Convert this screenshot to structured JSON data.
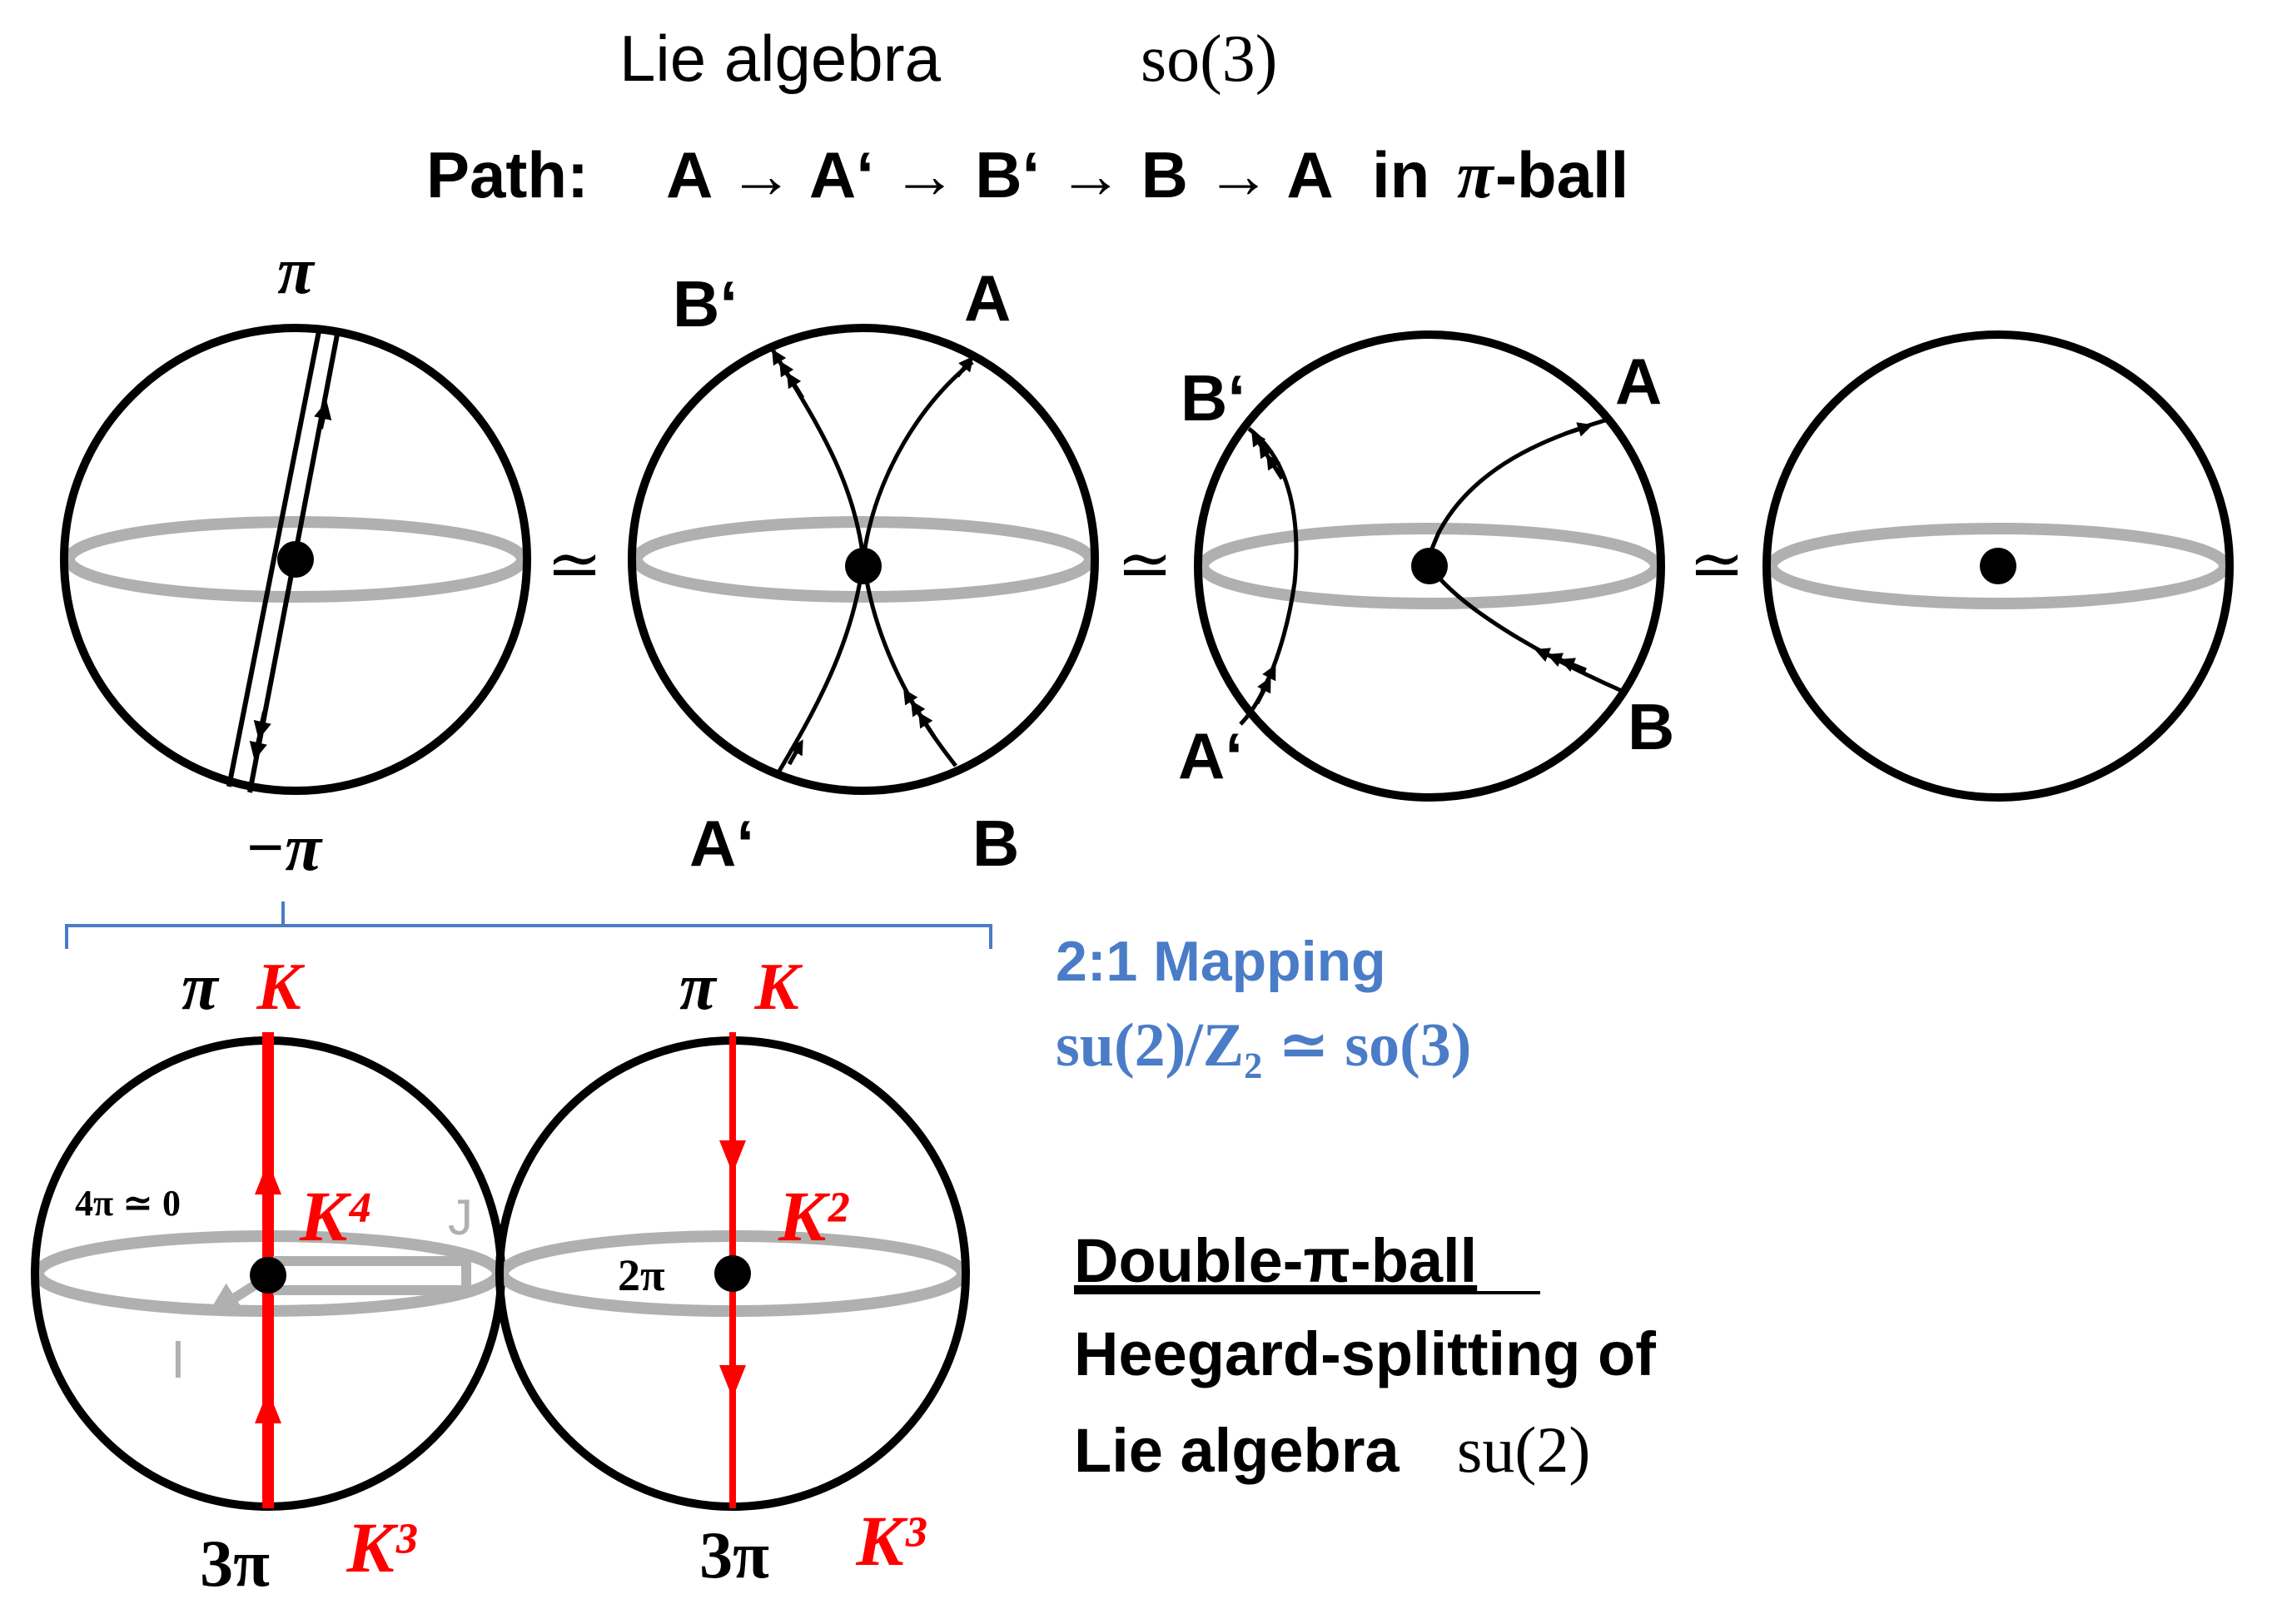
{
  "header": {
    "title_prefix": "Lie algebra",
    "title_math": "so(3)",
    "path_label": "Path:",
    "path_sequence": "A → A‘ → B‘ → B → A",
    "path_suffix_pre": "in",
    "path_suffix_pi": "π",
    "path_suffix_post": "-ball"
  },
  "balls": {
    "pi_top": "π",
    "pi_bottom": "−π",
    "equiv_symbol": "≃",
    "label_A": "A",
    "label_A_prime": "A‘",
    "label_B": "B",
    "label_B_prime": "B‘"
  },
  "mapping": {
    "line1": "2:1 Mapping",
    "line2": "su(2)/Z₂ ≃ so(3)"
  },
  "double_ball": {
    "pi_label": "π",
    "K_label": "K",
    "K2_label": "K²",
    "K3_label": "K³",
    "K4_label": "K⁴",
    "three_pi": "3π",
    "two_pi": "2π",
    "four_pi_zero": "4π ≃ 0",
    "tick_I": "I",
    "tick_J": "J"
  },
  "caption": {
    "title": "Double-π-ball",
    "line2": "Heegard-splitting of",
    "line3_prefix": "Lie algebra",
    "line3_math": "su(2)"
  },
  "colors": {
    "ink": "#000000",
    "equator": "#b0b0b0",
    "red": "#ff0000",
    "blue": "#4a7cc7"
  }
}
